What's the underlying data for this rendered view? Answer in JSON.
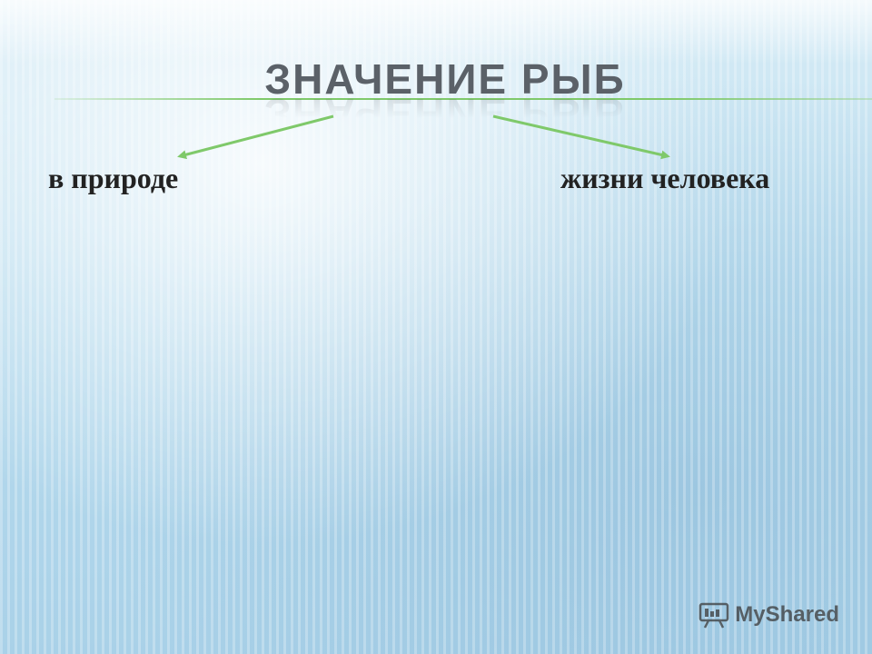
{
  "slide": {
    "title": "ЗНАЧЕНИЕ РЫБ",
    "branches": {
      "left": "в природе",
      "right": "жизни человека"
    }
  },
  "watermark": {
    "text": "MyShared",
    "icon": "presentation-board-icon"
  },
  "colors": {
    "title": "#5b6168",
    "arrow": "#7fc96a",
    "label": "#222222",
    "background": "#b9dcee"
  }
}
